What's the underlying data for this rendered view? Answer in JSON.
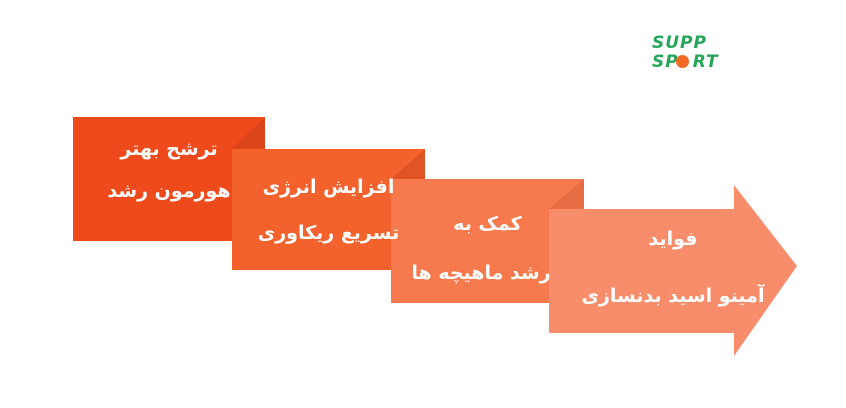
{
  "logo": {
    "line1": "SUPP",
    "line2a": "SP",
    "line2b": "RT"
  },
  "steps": [
    {
      "line1": "ترشح بهتر",
      "line2": "هورمون رشد",
      "color": "#ef4a1c"
    },
    {
      "line1": "افزایش انرژی",
      "line2": "تسریع ریکاوری",
      "color": "#f3622c"
    },
    {
      "line1": "کمک به",
      "line2": "رشد ماهیچه ها",
      "color": "#f67a4e"
    },
    {
      "line1": "فواید",
      "line2": "آمینو اسید بدنسازی",
      "color": "#f88d6b"
    }
  ]
}
